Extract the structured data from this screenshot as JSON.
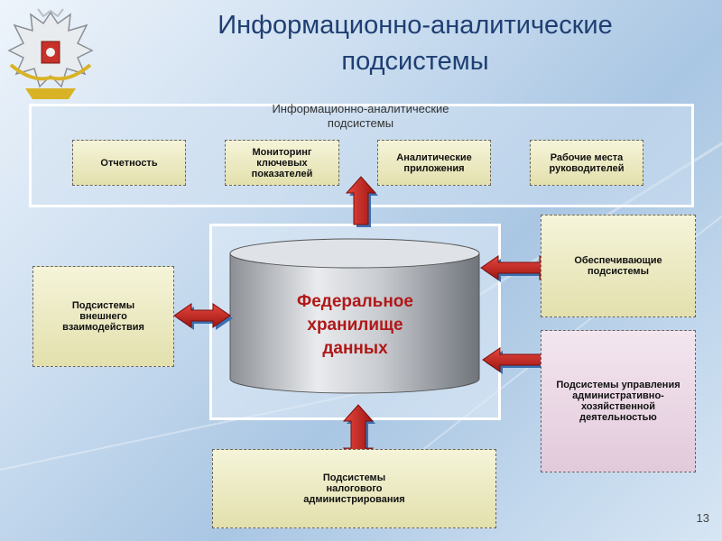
{
  "title": {
    "line1": "Информационно-аналитические",
    "line2": "подсистемы"
  },
  "panel": {
    "title_line1": "Информационно-аналитические",
    "title_line2": "подсистемы",
    "boxes": [
      {
        "line1": "Отчетность",
        "line2": "",
        "line3": ""
      },
      {
        "line1": "Мониторинг",
        "line2": "ключевых",
        "line3": "показателей"
      },
      {
        "line1": "Аналитические",
        "line2": "приложения",
        "line3": ""
      },
      {
        "line1": "Рабочие места",
        "line2": "руководителей",
        "line3": ""
      }
    ]
  },
  "center": {
    "line1": "Федеральное",
    "line2": "хранилище",
    "line3": "данных"
  },
  "left_box": {
    "line1": "Подсистемы",
    "line2": "внешнего",
    "line3": "взаимодействия"
  },
  "right_top_box": {
    "line1": "Обеспечивающие",
    "line2": "подсистемы"
  },
  "right_bottom_box": {
    "line1": "Подсистемы управления",
    "line2": "административно-",
    "line3": "хозяйственной",
    "line4": "деятельностью"
  },
  "bottom_box": {
    "line1": "Подсистемы",
    "line2": "налогового",
    "line3": "администрирования"
  },
  "page_number": "13",
  "colors": {
    "title": "#1f3f73",
    "center_text": "#b01818",
    "arrow_red": "#c0211e",
    "arrow_blue": "#3a6fb0",
    "box_yellow": "#e8e5b6",
    "box_pink": "#e6d0df"
  }
}
